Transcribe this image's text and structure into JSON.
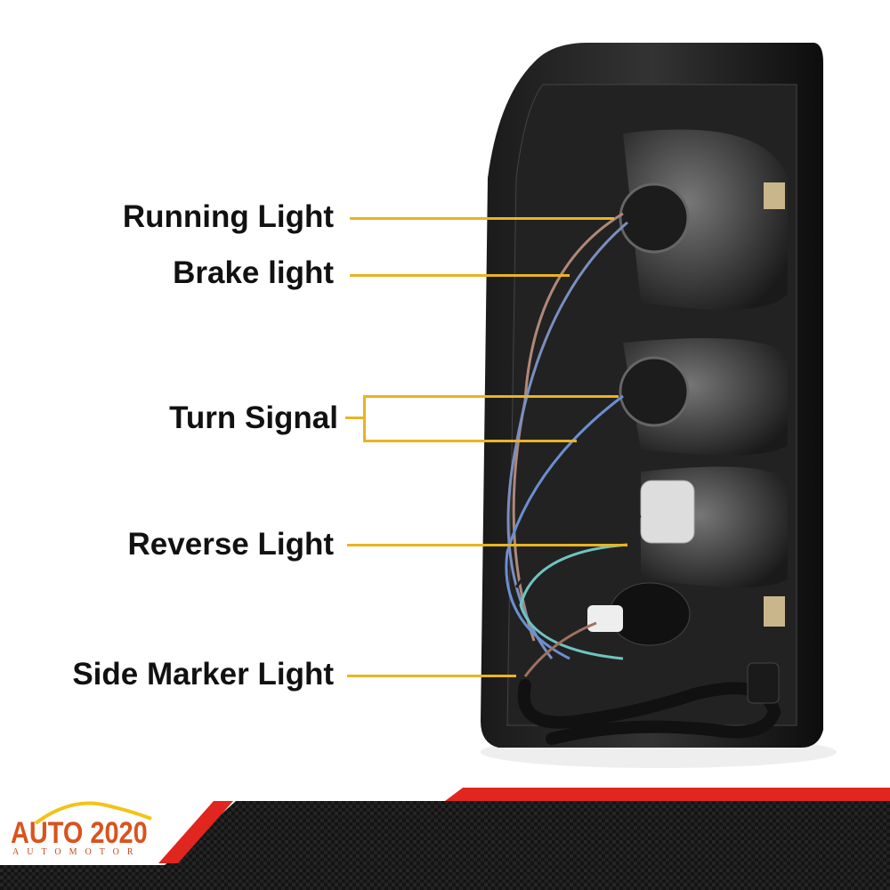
{
  "labels": {
    "running_light": "Running Light",
    "brake_light": "Brake light",
    "turn_signal": "Turn Signal",
    "reverse_light": "Reverse Light",
    "side_marker_light": "Side Marker Light"
  },
  "logo": {
    "main": "AUTO 2020",
    "sub": "AUTOMOTOR"
  },
  "colors": {
    "callout": "#e8b422",
    "accent_red": "#e0261e",
    "logo_orange": "#d9531e"
  }
}
